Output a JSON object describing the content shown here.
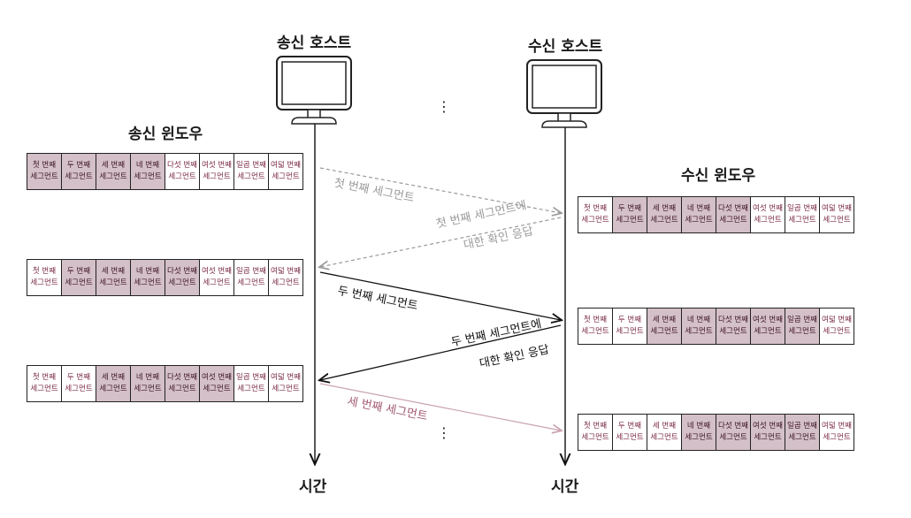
{
  "sender": {
    "host_label": "송신 호스트",
    "window_label": "송신 윈도우",
    "time_label": "시간"
  },
  "receiver": {
    "host_label": "수신 호스트",
    "window_label": "수신 윈도우",
    "time_label": "시간"
  },
  "segments": [
    [
      "첫 번째",
      "세그먼트"
    ],
    [
      "두 번째",
      "세그먼트"
    ],
    [
      "세 번째",
      "세그먼트"
    ],
    [
      "네 번째",
      "세그먼트"
    ],
    [
      "다섯 번째",
      "세그먼트"
    ],
    [
      "여섯 번째",
      "세그먼트"
    ],
    [
      "일곱 번째",
      "세그먼트"
    ],
    [
      "여덟 번째",
      "세그먼트"
    ]
  ],
  "sender_windows": [
    {
      "shaded": [
        1,
        1,
        1,
        1,
        0,
        0,
        0,
        0
      ]
    },
    {
      "shaded": [
        0,
        1,
        1,
        1,
        1,
        0,
        0,
        0
      ]
    },
    {
      "shaded": [
        0,
        0,
        1,
        1,
        1,
        1,
        0,
        0
      ]
    }
  ],
  "receiver_windows": [
    {
      "shaded": [
        0,
        1,
        1,
        1,
        1,
        0,
        0,
        0
      ]
    },
    {
      "shaded": [
        0,
        0,
        1,
        1,
        1,
        1,
        1,
        0
      ]
    },
    {
      "shaded": [
        0,
        0,
        0,
        1,
        1,
        1,
        1,
        0
      ]
    }
  ],
  "messages": {
    "m1": "첫 번째 세그먼트",
    "m2a": "첫 번째 세그먼트에",
    "m2b": "대한 확인 응답",
    "m3": "두 번째 세그먼트",
    "m4a": "두 번째 세그먼트에",
    "m4b": "대한 확인 응답",
    "m5": "세 번째 세그먼트"
  },
  "colors": {
    "accent": "#a15a72",
    "shade": "#d4c0c8",
    "dashed": "#9a9a9a"
  },
  "ellipsis": "⋮"
}
